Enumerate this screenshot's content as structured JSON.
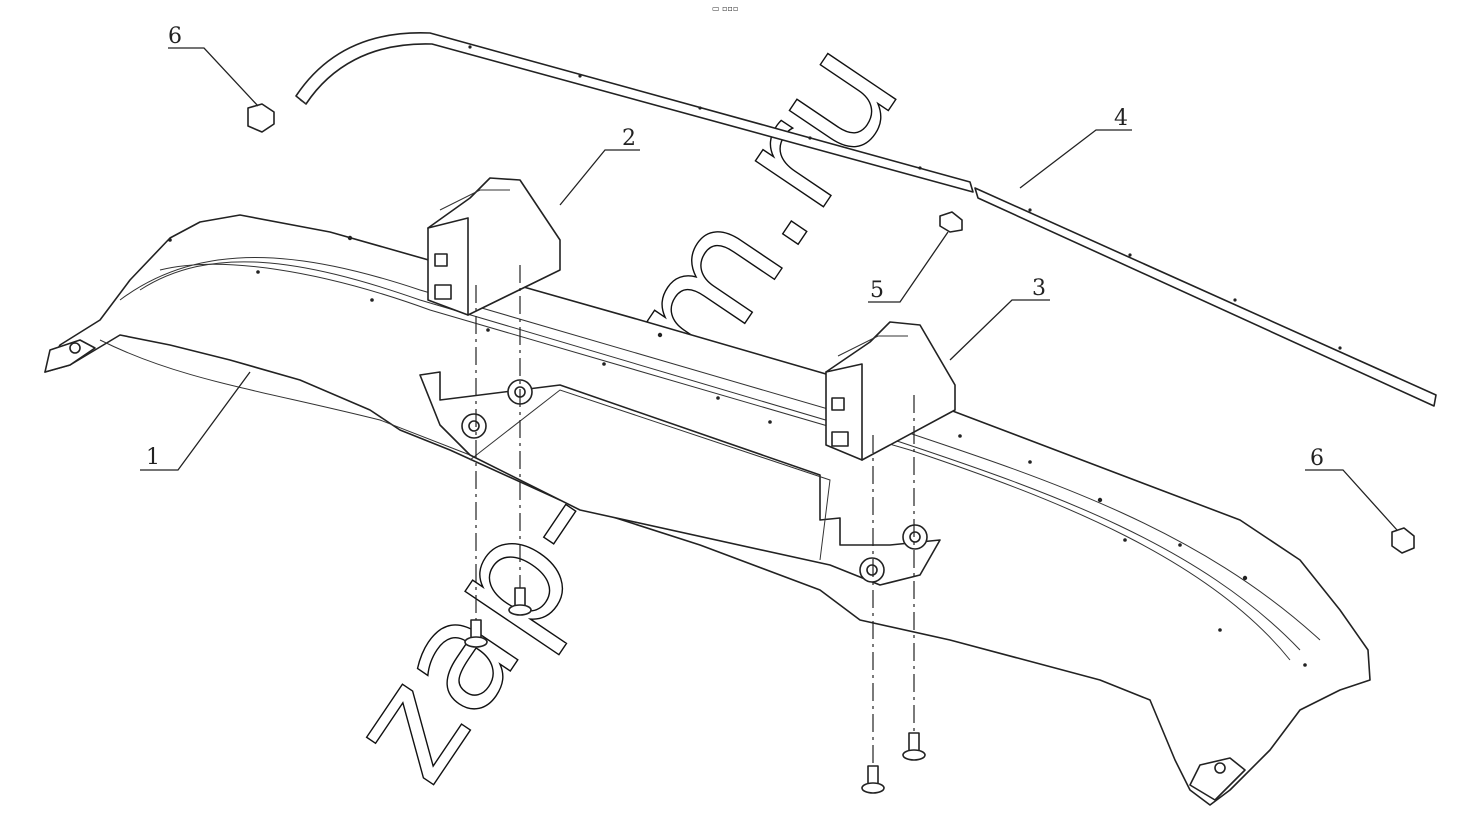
{
  "top_mark": "▭ ▫▫▫",
  "watermark": "zap-kam.ru",
  "callouts": [
    {
      "id": "1",
      "text": "1"
    },
    {
      "id": "2",
      "text": "2"
    },
    {
      "id": "3",
      "text": "3"
    },
    {
      "id": "4",
      "text": "4"
    },
    {
      "id": "5",
      "text": "5"
    },
    {
      "id": "6a",
      "text": "6"
    },
    {
      "id": "6b",
      "text": "6"
    }
  ]
}
